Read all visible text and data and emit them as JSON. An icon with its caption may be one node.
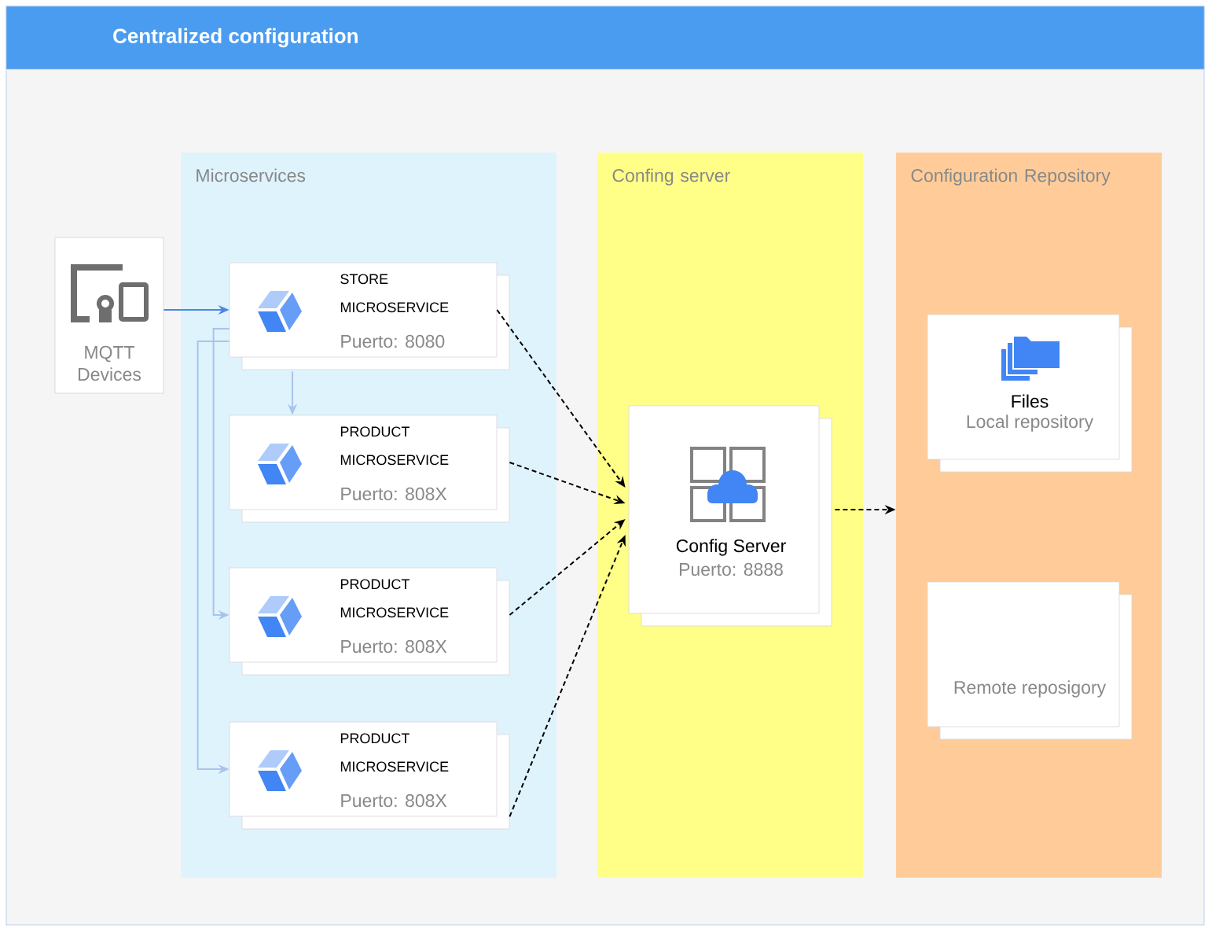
{
  "diagram": {
    "nodes": [
      {
        "text": [
          "Centralized configuration"
        ]
      },
      {
        "text": [
          "Microservices"
        ]
      },
      {
        "text": [
          "Confing server"
        ]
      },
      {
        "text": [
          "Configuration Repository"
        ]
      },
      {
        "text": [
          "MQTT Devices"
        ]
      },
      {
        "text": [
          "STORE MICROSERVICE",
          "Puerto: 8080"
        ],
        "in": 1
      },
      {
        "text": [
          "PRODUCT MICROSERVICE",
          "Puerto: 808X"
        ],
        "in": 1
      },
      {
        "text": [
          "PRODUCT MICROSERVICE",
          "Puerto: 808X"
        ],
        "in": 1
      },
      {
        "text": [
          "PRODUCT MICROSERVICE",
          "Puerto: 808X"
        ],
        "in": 1
      },
      {
        "text": [
          "Config Server",
          "Puerto: 8888"
        ],
        "in": 2
      },
      {
        "text": [
          "Files",
          "Local repository"
        ],
        "in": 3
      },
      {
        "text": [
          "Remote reposigory"
        ],
        "in": 3
      }
    ],
    "edges": [
      {
        "from": 4,
        "to": 5,
        "arrow": "to",
        "color": "#4a86e8"
      },
      {
        "from": 5,
        "to": 6,
        "arrow": "to",
        "color": "#a9c4eb"
      },
      {
        "from": 5,
        "to": 7,
        "arrow": "to",
        "color": "#a9c4eb"
      },
      {
        "from": 5,
        "to": 8,
        "arrow": "to",
        "color": "#a9c4eb"
      },
      {
        "from": 5,
        "to": 9,
        "arrow": "to",
        "style": "dashed"
      },
      {
        "from": 6,
        "to": 9,
        "arrow": "to",
        "style": "dashed"
      },
      {
        "from": 7,
        "to": 9,
        "arrow": "to",
        "style": "dashed"
      },
      {
        "from": 8,
        "to": 9,
        "arrow": "to",
        "style": "dashed"
      },
      {
        "from": 9,
        "to": 3,
        "arrow": "to",
        "style": "dashed"
      }
    ]
  }
}
